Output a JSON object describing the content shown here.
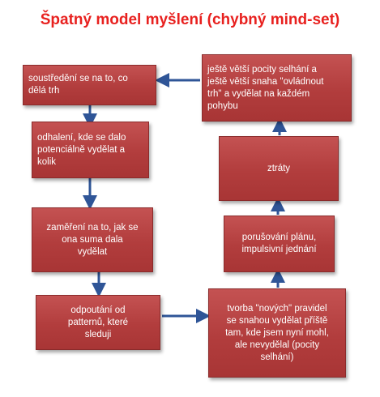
{
  "title": "Špatný model myšlení (chybný mind-set)",
  "boxes": {
    "b1": "soustředění se na to, co\n    dělá trh",
    "b2": "odhalení, kde se dalo\npotenciálně  vydělat a\n kolik",
    "b3": "zaměření na to, jak se\n ona suma dala\n vydělat",
    "b4": "odpoutání od\npatternů, které\n sleduji",
    "b5": "tvorba \"nových\" pravidel\nse snahou vydělat příště\ntam, kde jsem nyní mohl,\nale nevydělal  (pocity\nselhání)",
    "b6": "porušování plánu,\nimpulsivní jednání",
    "b7": "ztráty",
    "b8": "ještě větší pocity selhání a\n ještě větší snaha \"ovládnout\n trh\" a vydělat na každém\n pohybu"
  },
  "colors": {
    "title": "#e8211f",
    "box_fill": "#b23d3d",
    "box_border": "#8a2b2b",
    "arrow": "#2f5597"
  }
}
